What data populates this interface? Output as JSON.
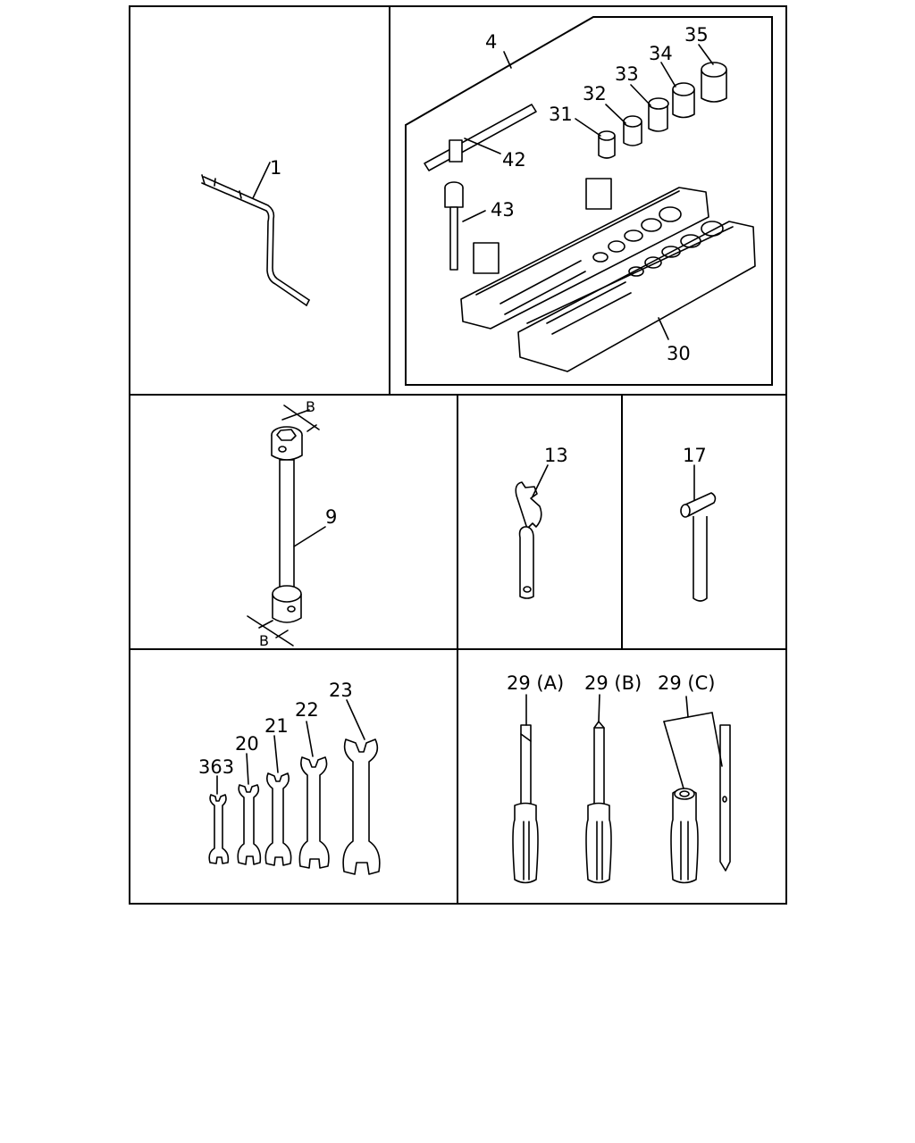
{
  "labels": {
    "p1": "1",
    "p4": "4",
    "p30": "30",
    "p31": "31",
    "p32": "32",
    "p33": "33",
    "p34": "34",
    "p35": "35",
    "p42": "42",
    "p43": "43",
    "p9": "9",
    "b_top": "B",
    "b_bottom": "B",
    "p13": "13",
    "p17": "17",
    "p363": "363",
    "p20": "20",
    "p21": "21",
    "p22": "22",
    "p23": "23",
    "p29a": "29 (A)",
    "p29b": "29 (B)",
    "p29c": "29 (C)"
  }
}
